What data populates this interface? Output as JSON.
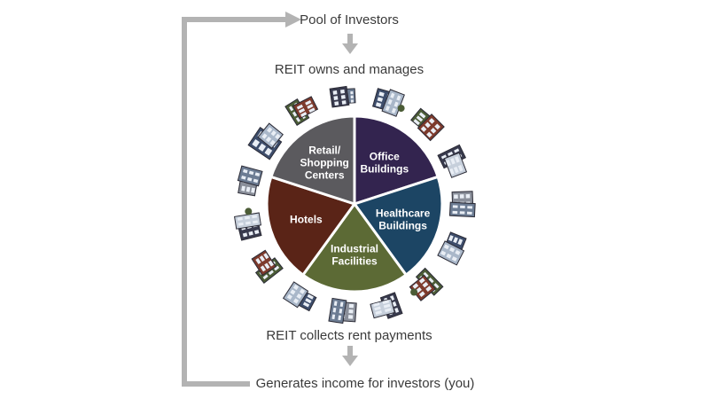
{
  "flow": {
    "pool": "Pool of Investors",
    "owns": "REIT owns and manages",
    "collects": "REIT collects rent payments",
    "income": "Generates income for investors (you)"
  },
  "segments": [
    {
      "lines": [
        "Office",
        "Buildings"
      ],
      "color": "#33244f"
    },
    {
      "lines": [
        "Healthcare",
        "Buildings"
      ],
      "color": "#1c4564"
    },
    {
      "lines": [
        "Industrial",
        "Facilities"
      ],
      "color": "#5c6a35"
    },
    {
      "lines": [
        "Hotels"
      ],
      "color": "#5a2417"
    },
    {
      "lines": [
        "Retail/",
        "Shopping",
        "Centers"
      ],
      "color": "#5b5a5e"
    }
  ],
  "colors": {
    "arrow": "#b3b3b3",
    "building_palette": [
      "#6c7c93",
      "#3d4d6b",
      "#a9b7c9",
      "#4b5c36",
      "#7d3a2c",
      "#383a4d",
      "#c6cfdb",
      "#8a8f9a"
    ]
  }
}
